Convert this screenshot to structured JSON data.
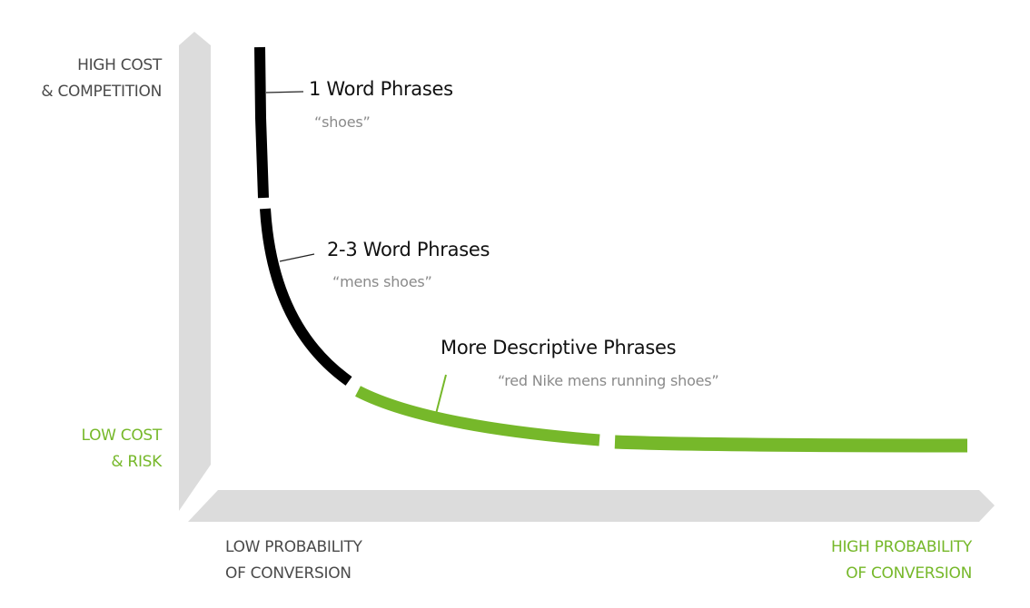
{
  "colors": {
    "black_curve": "#000000",
    "green_curve": "#76b82a",
    "axis_bar": "#dcdcdc",
    "axis_text": "#4a4a4a"
  },
  "y_axis": {
    "top_label": [
      "HIGH COST",
      "& COMPETITION"
    ],
    "bottom_label": [
      "LOW COST",
      "& RISK"
    ]
  },
  "x_axis": {
    "left_label": [
      "LOW PROBABILITY",
      "OF CONVERSION"
    ],
    "right_label": [
      "HIGH PROBABILITY",
      "OF CONVERSION"
    ]
  },
  "segments": [
    {
      "title": "1 Word Phrases",
      "example": "“shoes”"
    },
    {
      "title": "2-3 Word Phrases",
      "example": "“mens shoes”"
    },
    {
      "title": "More Descriptive Phrases",
      "example": "“red Nike mens running shoes”"
    }
  ]
}
